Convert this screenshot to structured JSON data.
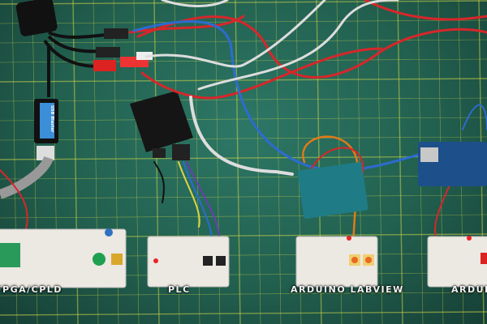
{
  "labels": {
    "fpga": "FPGA/CPLD",
    "plc": "PLC",
    "arduino_labview": "ARDUINO LABVIEW",
    "arduino": "ARDUINO"
  },
  "devices": {
    "usb_blaster_text": "USB Blaster"
  },
  "colors": {
    "mat": "#2a6e5e",
    "grid": "#c9d24a",
    "wire_red": "#d8262a",
    "wire_blue": "#2d6bd0",
    "wire_white": "#dcdcdc",
    "board_teal": "#1f7c86"
  }
}
